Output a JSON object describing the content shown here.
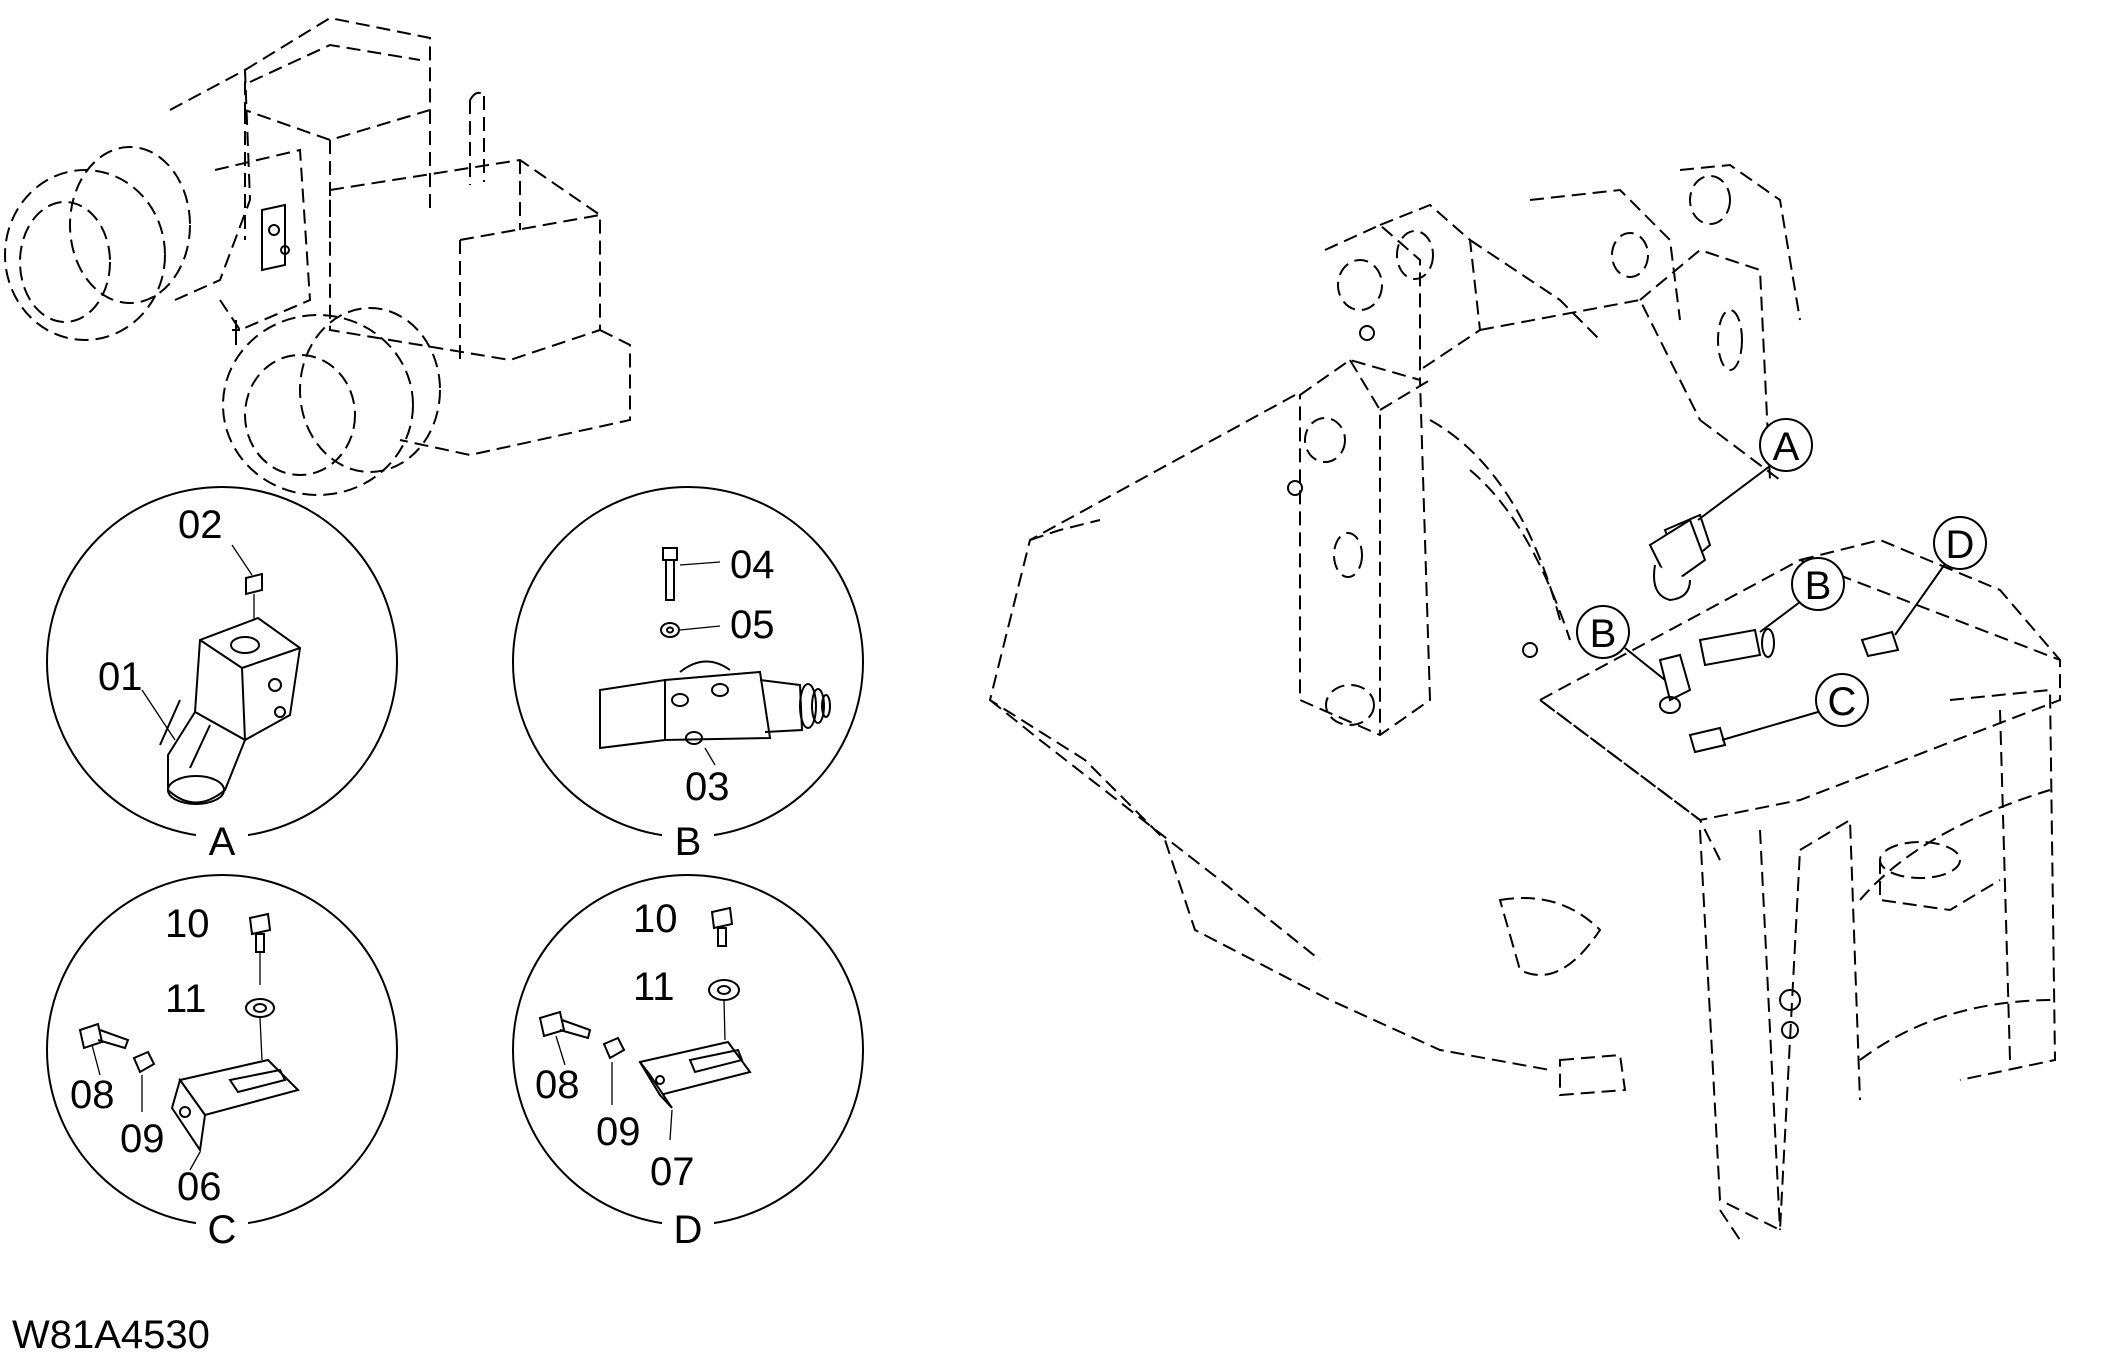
{
  "drawing_code": "W81A4530",
  "details": [
    {
      "id": "A",
      "caption": "A",
      "parts": [
        "01",
        "02"
      ]
    },
    {
      "id": "B",
      "caption": "B",
      "parts": [
        "03",
        "04",
        "05"
      ]
    },
    {
      "id": "C",
      "caption": "C",
      "parts": [
        "06",
        "08",
        "09",
        "10",
        "11"
      ]
    },
    {
      "id": "D",
      "caption": "D",
      "parts": [
        "07",
        "08",
        "09",
        "10",
        "11"
      ]
    }
  ],
  "part_labels": {
    "A": {
      "p02": "02",
      "p01": "01"
    },
    "B": {
      "p04": "04",
      "p05": "05",
      "p03": "03"
    },
    "C": {
      "p10": "10",
      "p11": "11",
      "p08": "08",
      "p09": "09",
      "p06": "06"
    },
    "D": {
      "p10": "10",
      "p11": "11",
      "p08": "08",
      "p09": "09",
      "p07": "07"
    }
  },
  "main_view_callouts": [
    "A",
    "B",
    "B",
    "C",
    "D"
  ]
}
